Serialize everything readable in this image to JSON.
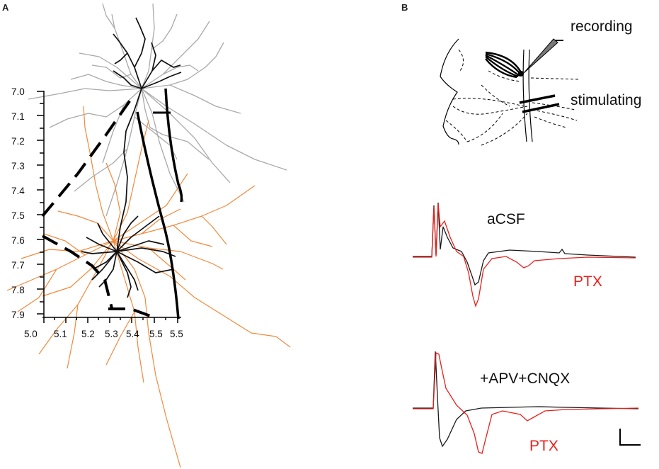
{
  "panels": {
    "a": {
      "letter": "A"
    },
    "b": {
      "letter": "B"
    }
  },
  "axes": {
    "y_ticks": [
      "7.0",
      "7.1",
      "7.2",
      "7.3",
      "7.4",
      "7.5",
      "7.6",
      "7.7",
      "7.8",
      "7.9"
    ],
    "x_ticks": [
      "5.0",
      "5.1",
      "5.2",
      "5.3",
      "5.4",
      "5.5",
      "5.5"
    ]
  },
  "schematic": {
    "recording_label": "recording",
    "stimulating_label": "stimulating"
  },
  "traces": {
    "top": {
      "condition_label": "aCSF",
      "drug_label": "PTX"
    },
    "bottom": {
      "condition_label": "+APV+CNQX",
      "drug_label": "PTX"
    }
  },
  "colors": {
    "control_trace": "#1a1a1a",
    "ptx_trace": "#e8201c",
    "gray_neuron": "#a9a9a9",
    "orange_neuron": "#f08a3c",
    "black_neuron": "#111111"
  }
}
